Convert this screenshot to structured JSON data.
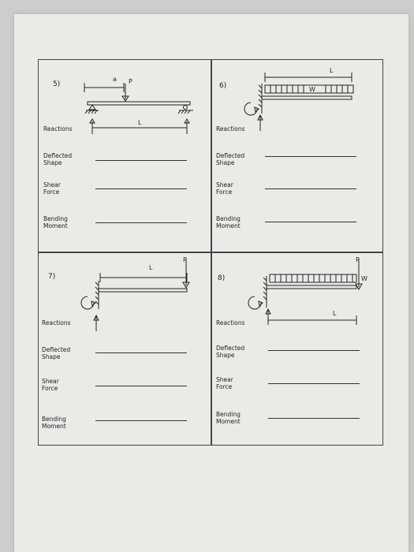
{
  "labels": {
    "reactions": "Reactions",
    "deflected": "Deflected\nShape",
    "shear": "Shear\nForce",
    "bending": "Bending\nMoment"
  },
  "problems": [
    {
      "number": "5)",
      "dims": {
        "a": "a",
        "p": "P",
        "l": "L"
      }
    },
    {
      "number": "6)",
      "dims": {
        "l": "L",
        "w": "W"
      }
    },
    {
      "number": "7)",
      "dims": {
        "l": "L",
        "p": "P"
      }
    },
    {
      "number": "8)",
      "dims": {
        "p": "P",
        "w": "W",
        "l": "L"
      }
    }
  ]
}
